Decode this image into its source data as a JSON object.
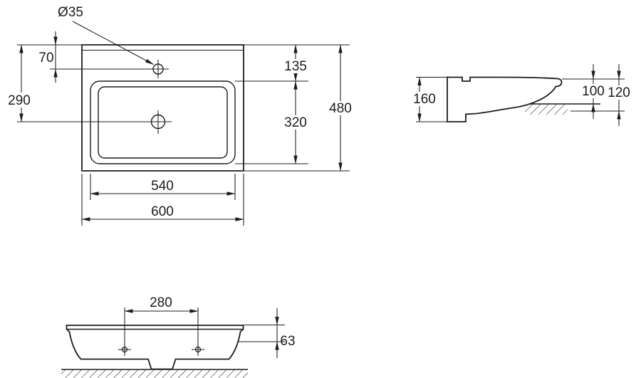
{
  "colors": {
    "ink": "#1c1c1c",
    "background": "#ffffff"
  },
  "plan_view": {
    "hole_diameter": "Ø35",
    "hole_from_back": "70",
    "drain_from_back": "290",
    "back_ledge_depth": "135",
    "basin_inner_depth": "320",
    "overall_depth": "480",
    "basin_width": "540",
    "overall_width": "600"
  },
  "side_view": {
    "overall_height": "160",
    "height_above_counter": "100",
    "front_edge_height": "120"
  },
  "front_view": {
    "hole_spacing": "280",
    "apron_below_counter": "63"
  }
}
